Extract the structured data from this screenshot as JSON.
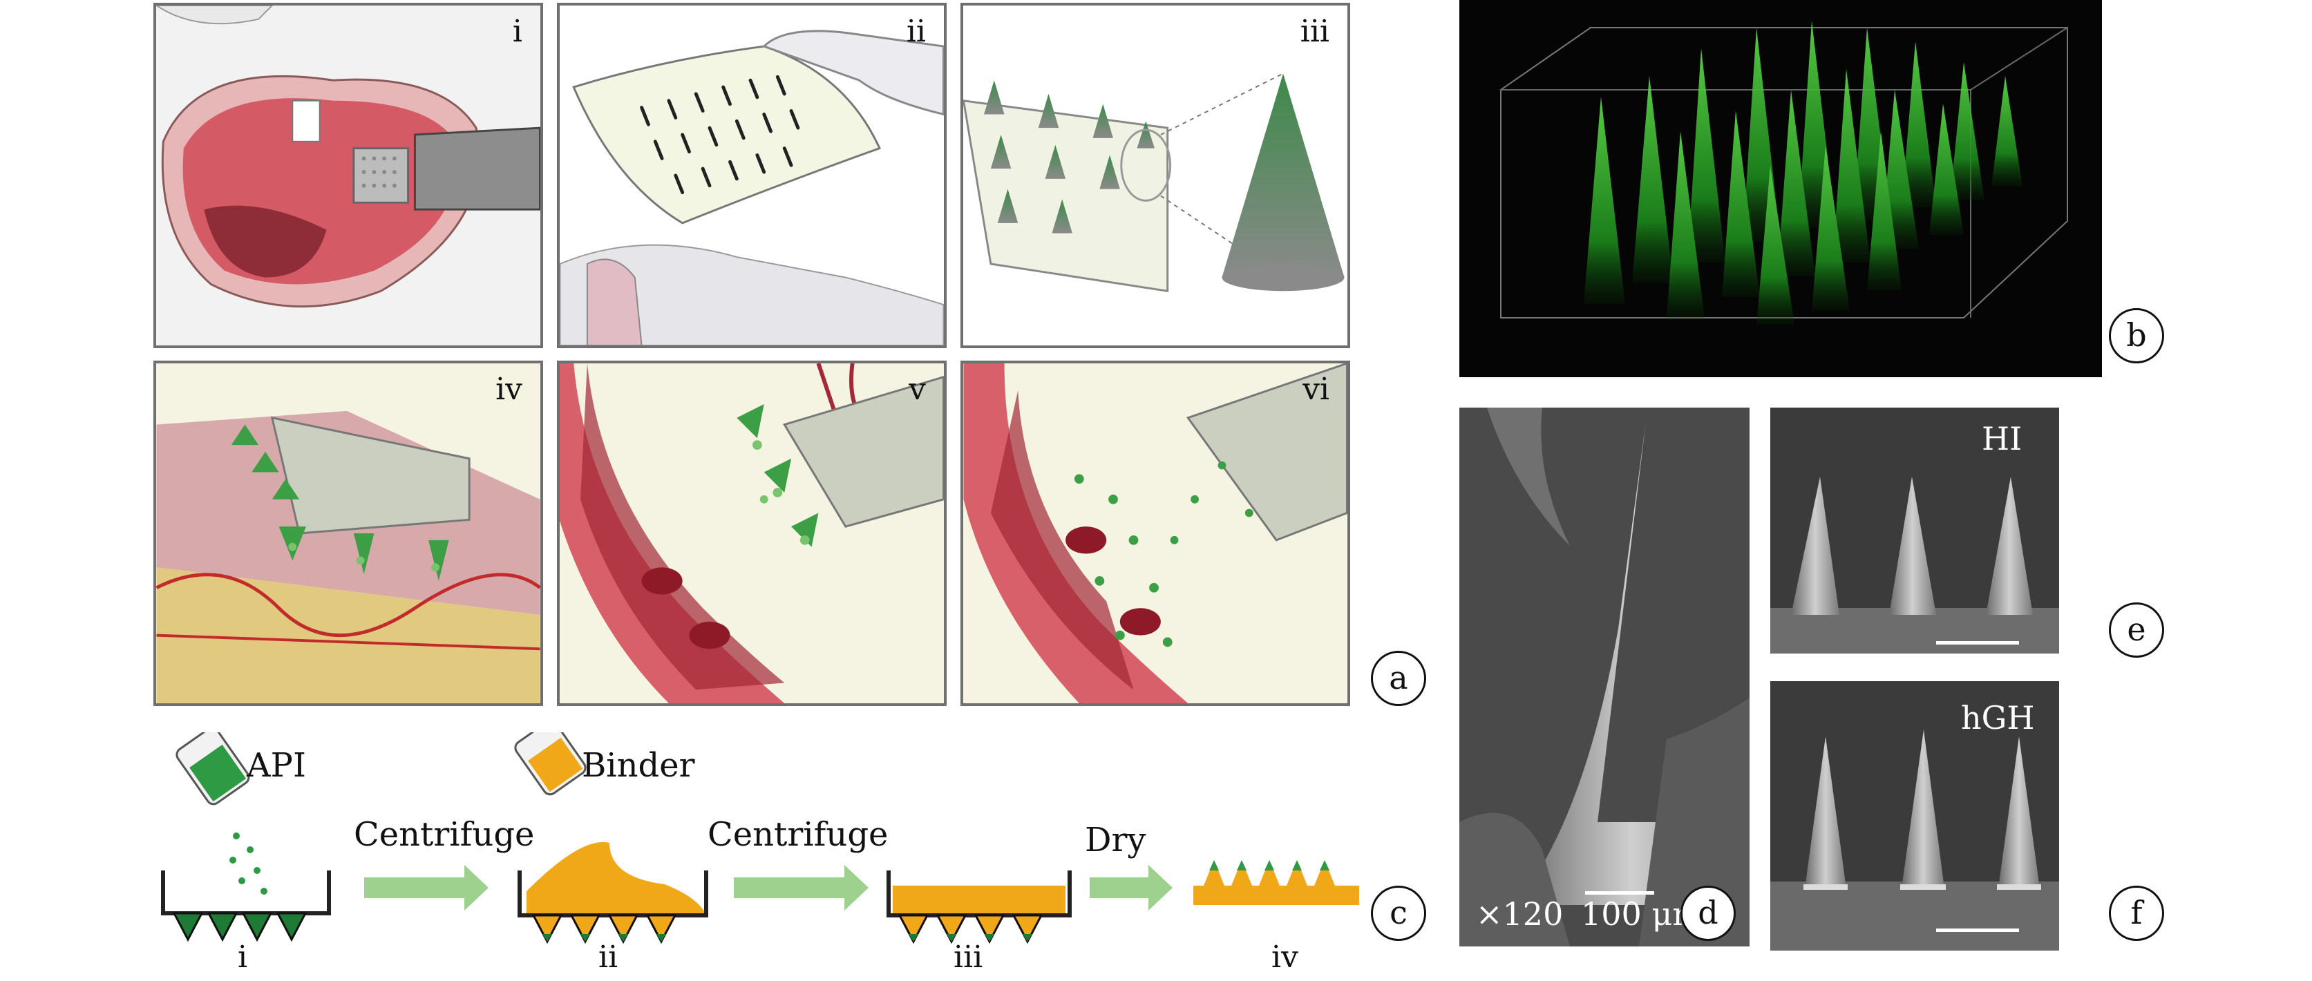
{
  "panel_letters": {
    "a": "a",
    "b": "b",
    "c": "c",
    "d": "d",
    "e": "e",
    "f": "f"
  },
  "panel_a": {
    "steps": [
      "i",
      "ii",
      "iii",
      "iv",
      "v",
      "vi"
    ]
  },
  "panel_c": {
    "powder_labels": [
      "API",
      "Binder"
    ],
    "arrow_labels": [
      "Centrifuge",
      "Centrifuge",
      "Dry"
    ],
    "step_labels": [
      "i",
      "ii",
      "iii",
      "iv"
    ],
    "colors": {
      "api": "#2e9a44",
      "binder": "#f0a818",
      "arrow": "#9ed08e"
    }
  },
  "panel_d": {
    "magnification": "×120",
    "scale_bar": "100 μm"
  },
  "panel_e": {
    "label": "HI"
  },
  "panel_f": {
    "label": "hGH"
  }
}
